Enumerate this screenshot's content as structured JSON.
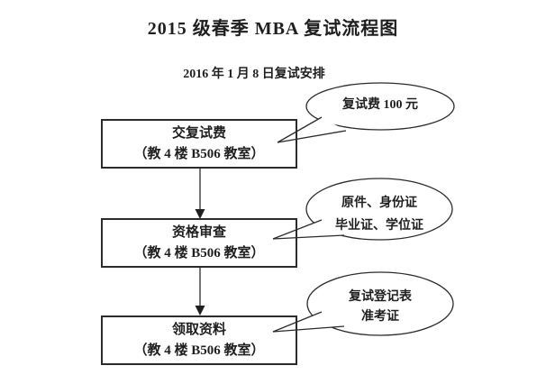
{
  "page": {
    "title": "2015 级春季 MBA 复试流程图",
    "subtitle": "2016 年 1 月 8 日复试安排"
  },
  "flow": {
    "steps": [
      {
        "label": "交复试费",
        "location": "（教 4 楼 B506 教室）",
        "note_lines": [
          "复试费 100 元"
        ]
      },
      {
        "label": "资格审查",
        "location": "（教 4 楼 B506 教室）",
        "note_lines": [
          "原件、身份证",
          "毕业证、学位证"
        ]
      },
      {
        "label": "领取资料",
        "location": "（教 4 楼 B506 教室）",
        "note_lines": [
          "复试登记表",
          "准考证"
        ]
      }
    ]
  },
  "colors": {
    "ink": "#2b2b2b",
    "background": "#ffffff"
  }
}
